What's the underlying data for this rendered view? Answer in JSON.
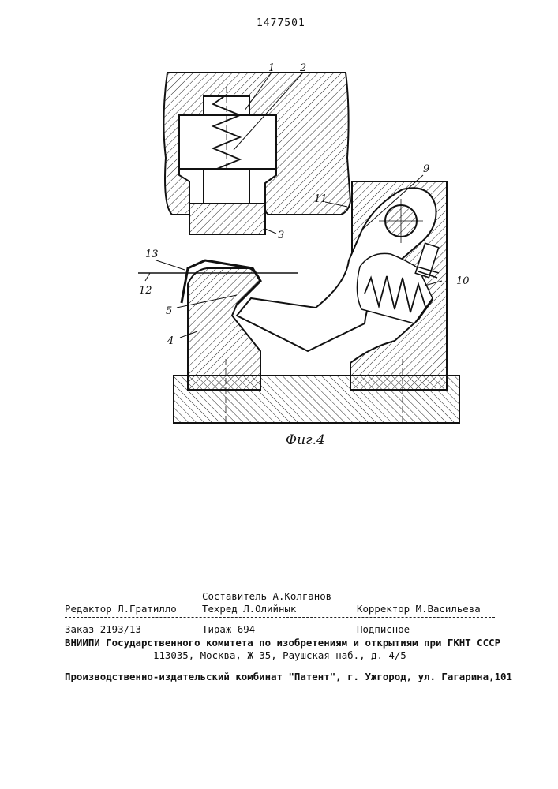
{
  "patent_number": "1477501",
  "figure": {
    "caption": "Фиг.4",
    "labels": {
      "l1": "1",
      "l2": "2",
      "l3": "3",
      "l4": "4",
      "l5": "5",
      "l9": "9",
      "l10": "10",
      "l11": "11",
      "l12": "12",
      "l13": "13"
    }
  },
  "imprint": {
    "compiler": "Составитель А.Колганов",
    "editor": "Редактор Л.Гратилло",
    "techeditor": "Техред Л.Олийнык",
    "corrector": "Корректор М.Васильева",
    "order": "Заказ 2193/13",
    "circulation": "Тираж 694",
    "subscription": "Подписное",
    "org_line": "ВНИИПИ Государственного комитета по изобретениям и открытиям при ГКНТ СССР",
    "address": "113035, Москва, Ж-35, Раушская наб., д. 4/5",
    "printer": "Производственно-издательский комбинат \"Патент\", г. Ужгород, ул. Гагарина,101"
  }
}
